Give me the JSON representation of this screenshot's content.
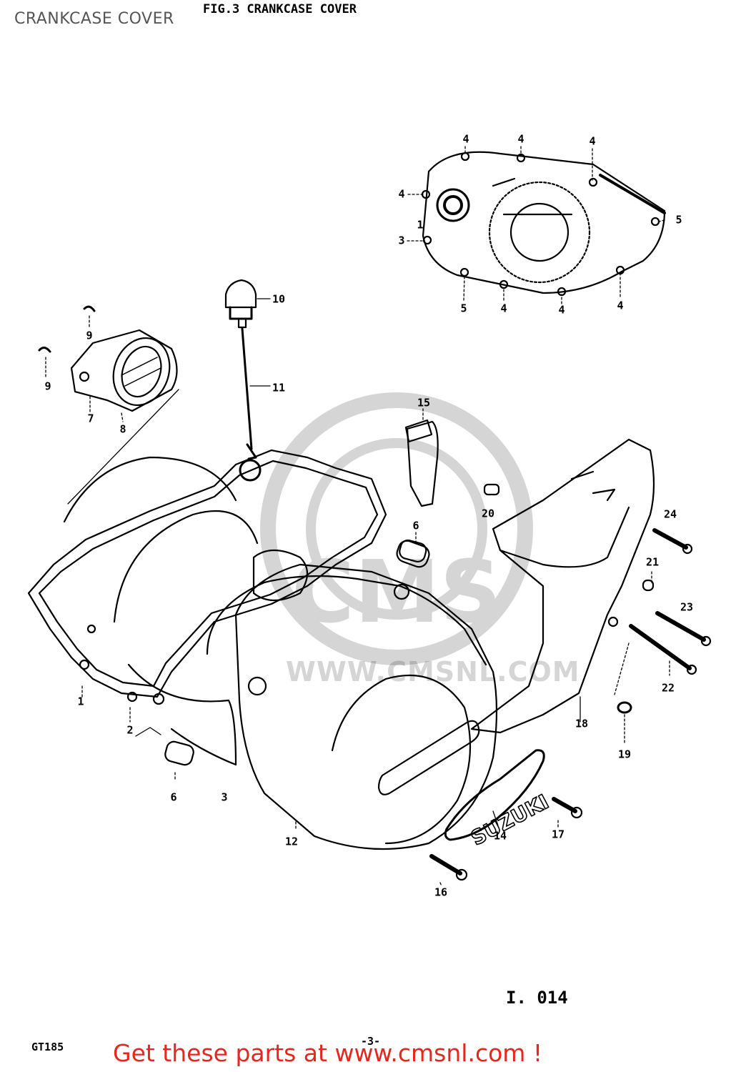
{
  "header": {
    "page_title": "CRANKCASE COVER",
    "fig_title": "FIG.3  CRANKCASE COVER"
  },
  "callouts": {
    "c4a": "4",
    "c4b": "4",
    "c4c": "4",
    "c4d": "4",
    "c1top": "1",
    "c3top": "3",
    "c5a": "5",
    "c5b": "5",
    "c4e": "4",
    "c4f": "4",
    "c4g": "4",
    "c10": "10",
    "c9a": "9",
    "c9b": "9",
    "c7": "7",
    "c8": "8",
    "c11": "11",
    "c15": "15",
    "c20": "20",
    "c24": "24",
    "c6a": "6",
    "c21": "21",
    "c23": "23",
    "c22": "22",
    "c18": "18",
    "c19": "19",
    "c1": "1",
    "c2": "2",
    "c6b": "6",
    "c3": "3",
    "c12": "12",
    "c14": "14",
    "c17": "17",
    "c16": "16"
  },
  "footer": {
    "diagram_code": "I. 014",
    "model_code": "GT185",
    "page_number": "-3-",
    "cta": "Get these parts at www.cmsnl.com !"
  },
  "watermark": {
    "brand": "CMS",
    "url": "WWW.CMSNL.COM"
  },
  "colors": {
    "cta": "#e8261c",
    "linework": "#000000"
  }
}
